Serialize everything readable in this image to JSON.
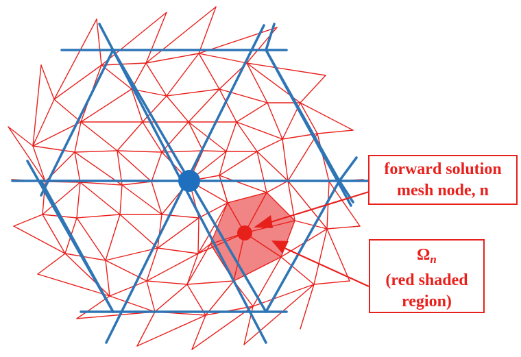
{
  "diagram": {
    "colors": {
      "red_mesh": "#e8201c",
      "blue_mesh": "#2e75b6",
      "shaded_region": "#ef6f6f",
      "node_dot": "#e8201c",
      "center_dot": "#1f6fbf"
    },
    "labels": {
      "node_line1": "forward solution",
      "node_line2": "mesh node, n",
      "omega_symbol": "Ω",
      "omega_subscript": "n",
      "omega_line2": "(red shaded",
      "omega_line3": "region)"
    }
  }
}
